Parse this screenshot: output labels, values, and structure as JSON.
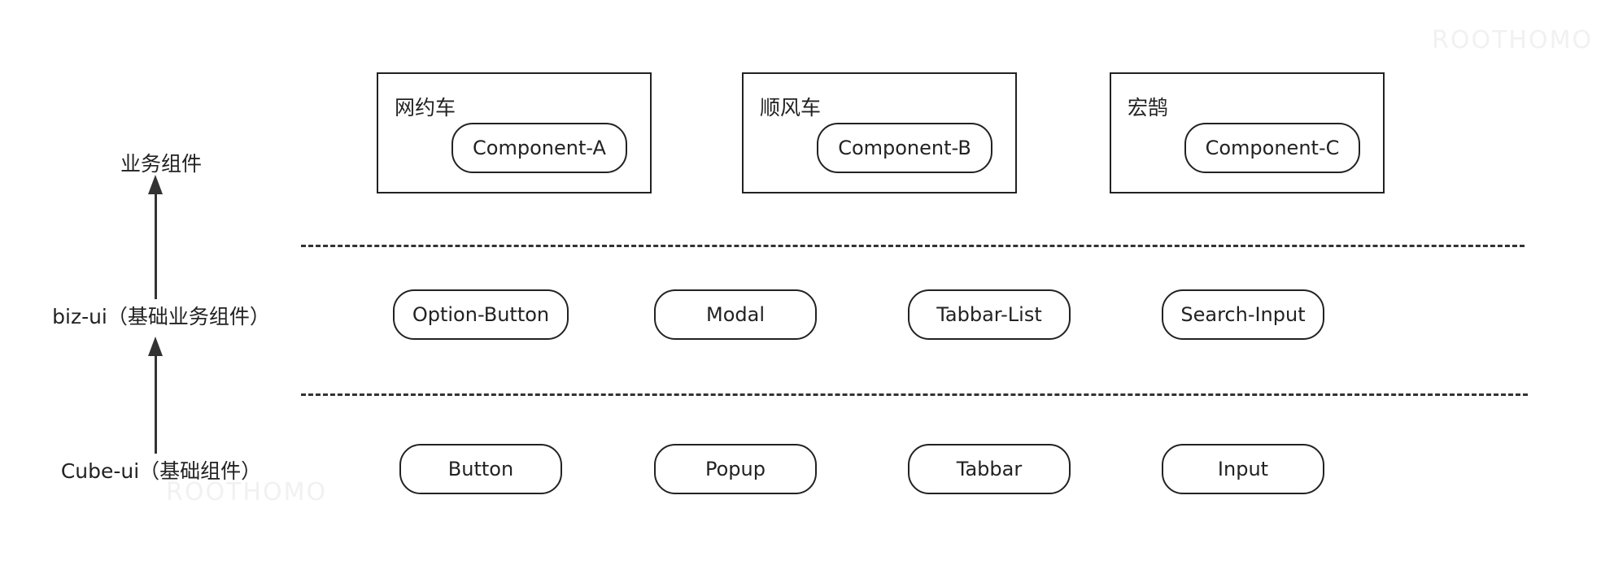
{
  "layers": {
    "business": "业务组件",
    "biz_ui": "biz-ui（基础业务组件）",
    "cube_ui": "Cube-ui（基础组件）"
  },
  "business_groups": [
    {
      "title": "网约车",
      "component": "Component-A"
    },
    {
      "title": "顺风车",
      "component": "Component-B"
    },
    {
      "title": "宏鹄",
      "component": "Component-C"
    }
  ],
  "biz_components": [
    "Option-Button",
    "Modal",
    "Tabbar-List",
    "Search-Input"
  ],
  "base_components": [
    "Button",
    "Popup",
    "Tabbar",
    "Input"
  ],
  "watermarks": [
    "ROOTHOMO",
    "ROOTHOMO"
  ],
  "colors": {
    "stroke": "#222222",
    "background": "#ffffff"
  }
}
